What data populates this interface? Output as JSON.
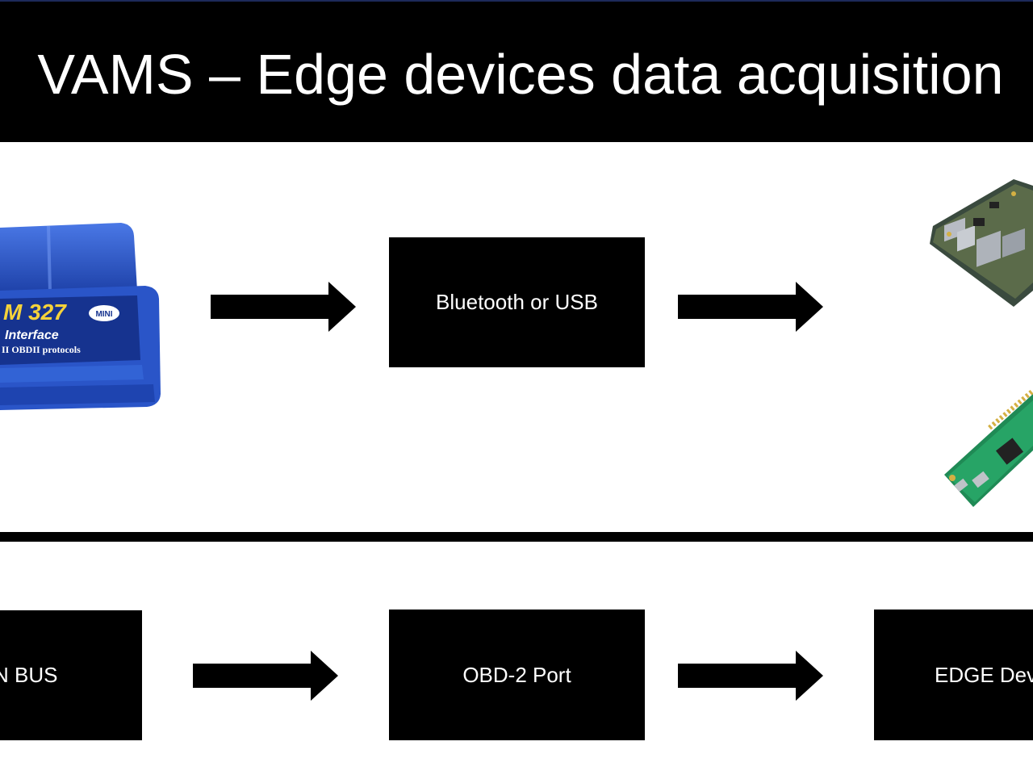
{
  "title": "VAMS – Edge devices data acquisition",
  "colors": {
    "background": "#ffffff",
    "box": "#000000",
    "text": "#ffffff",
    "dongle_blue": "#2a55c8",
    "board_green": "#1f8a55"
  },
  "top_row": {
    "dongle_label_1": "M 327",
    "dongle_label_2": "MINI",
    "dongle_label_3": "Interface",
    "dongle_label_4": "II OBDII protocols",
    "box_label": "Bluetooth or USB"
  },
  "bottom_row": {
    "box1_label": "N BUS",
    "box2_label": "OBD-2 Port",
    "box3_label": "EDGE Dev"
  },
  "icons": [
    "obd-dongle-image",
    "single-board-computer-image",
    "raspberry-pi-zero-image",
    "right-arrow-icon"
  ]
}
